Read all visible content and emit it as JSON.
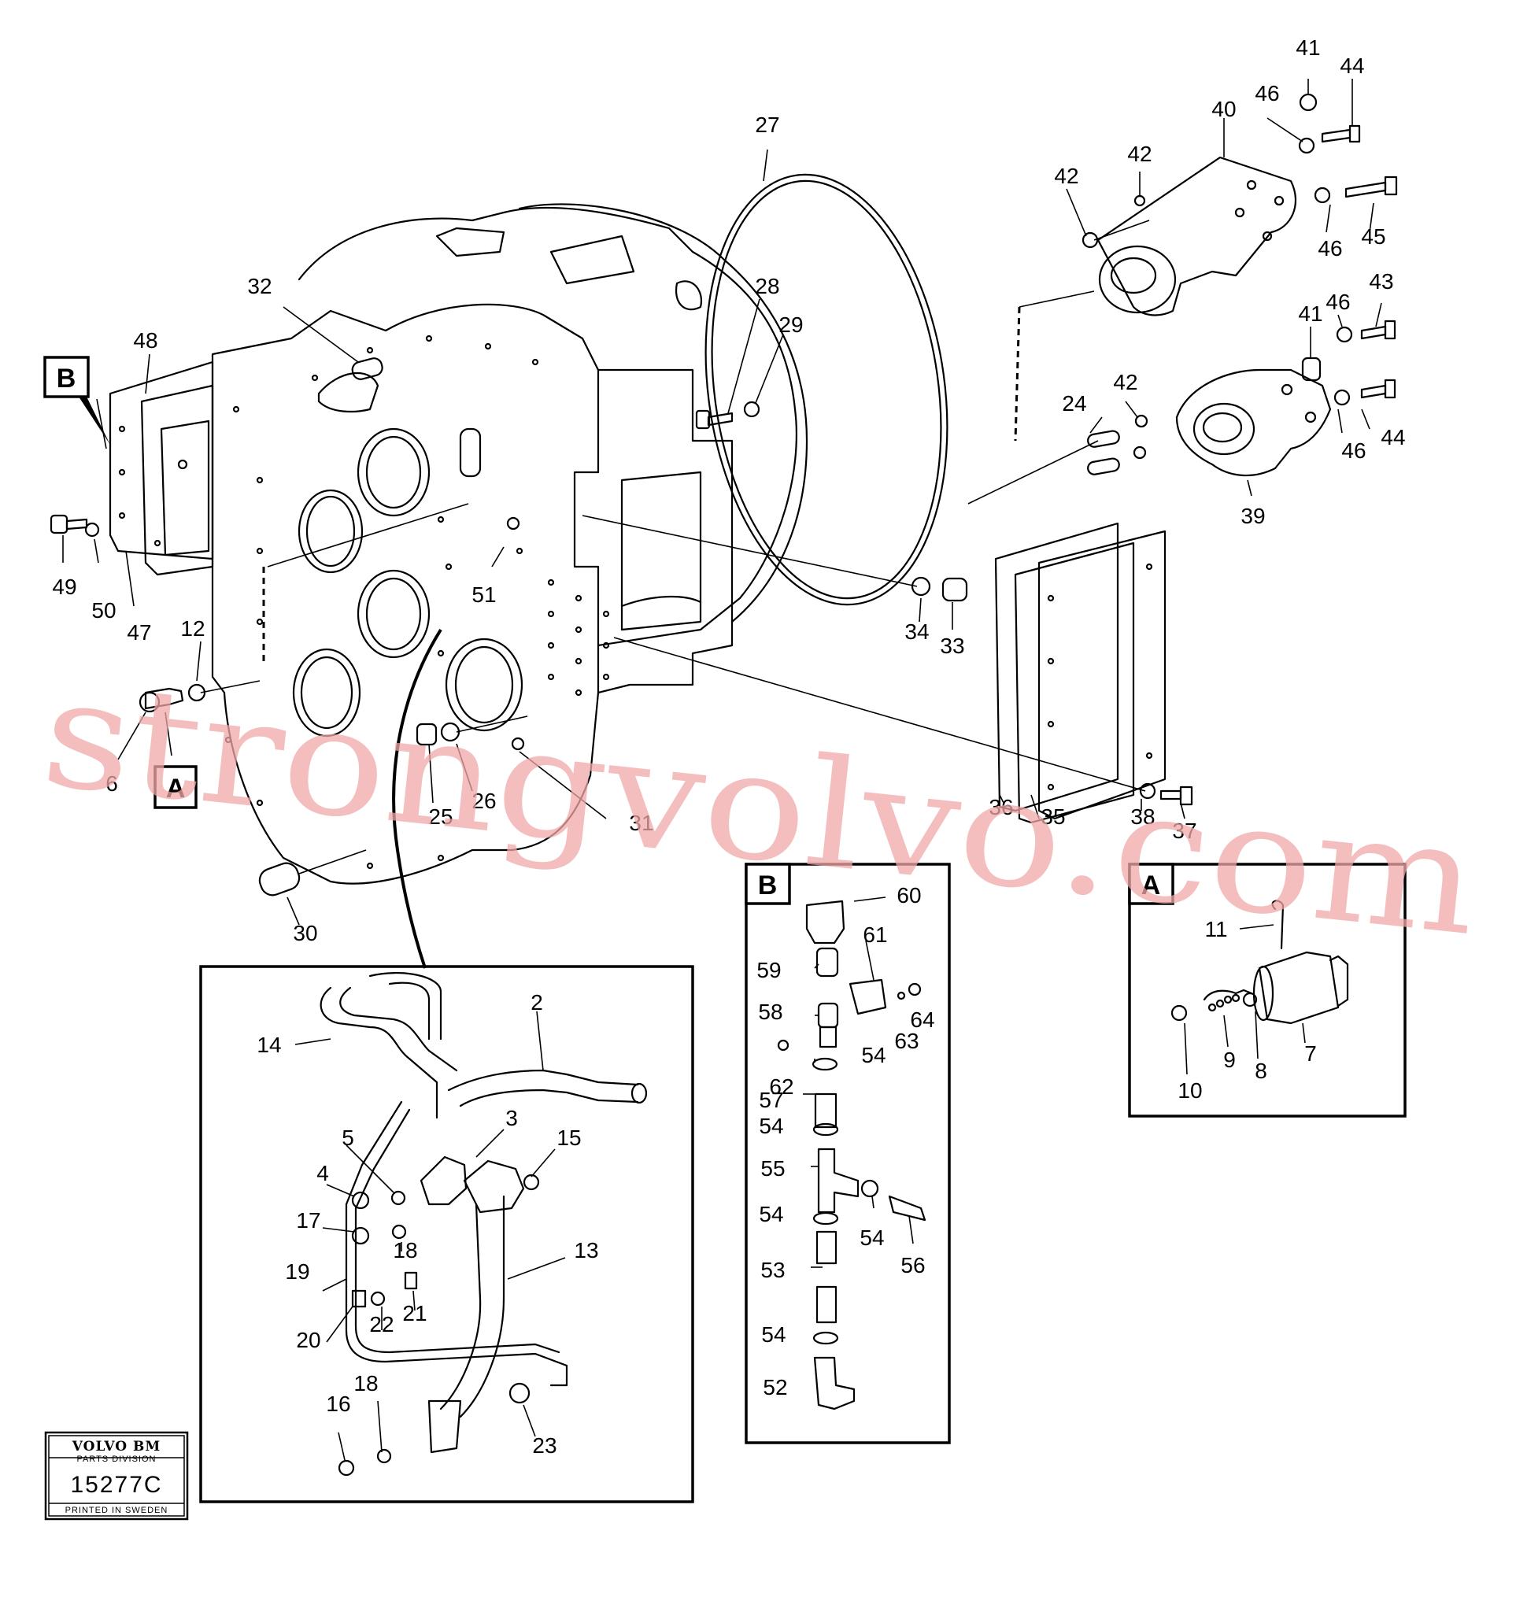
{
  "tags": {
    "b_main": "B",
    "a_main": "A",
    "b_inset": "B",
    "a_inset": "A"
  },
  "stamp": {
    "brand": "VOLVO BM",
    "division": "PARTS DIVISION",
    "number": "15277C",
    "printed": "PRINTED IN SWEDEN"
  },
  "watermark": "strongvolvo.com",
  "labels": [
    "41",
    "44",
    "40",
    "46",
    "42",
    "42",
    "46",
    "45",
    "43",
    "46",
    "41",
    "27",
    "28",
    "29",
    "32",
    "48",
    "42",
    "24",
    "44",
    "46",
    "39",
    "49",
    "50",
    "47",
    "51",
    "12",
    "34",
    "33",
    "6",
    "25",
    "26",
    "31",
    "36",
    "35",
    "38",
    "37",
    "30",
    "60",
    "61",
    "59",
    "64",
    "63",
    "58",
    "62",
    "54",
    "57",
    "54",
    "55",
    "54",
    "54",
    "56",
    "53",
    "54",
    "52",
    "11",
    "7",
    "9",
    "8",
    "10",
    "14",
    "2",
    "5",
    "3",
    "15",
    "4",
    "17",
    "18",
    "13",
    "19",
    "22",
    "21",
    "20",
    "18",
    "16",
    "23"
  ]
}
